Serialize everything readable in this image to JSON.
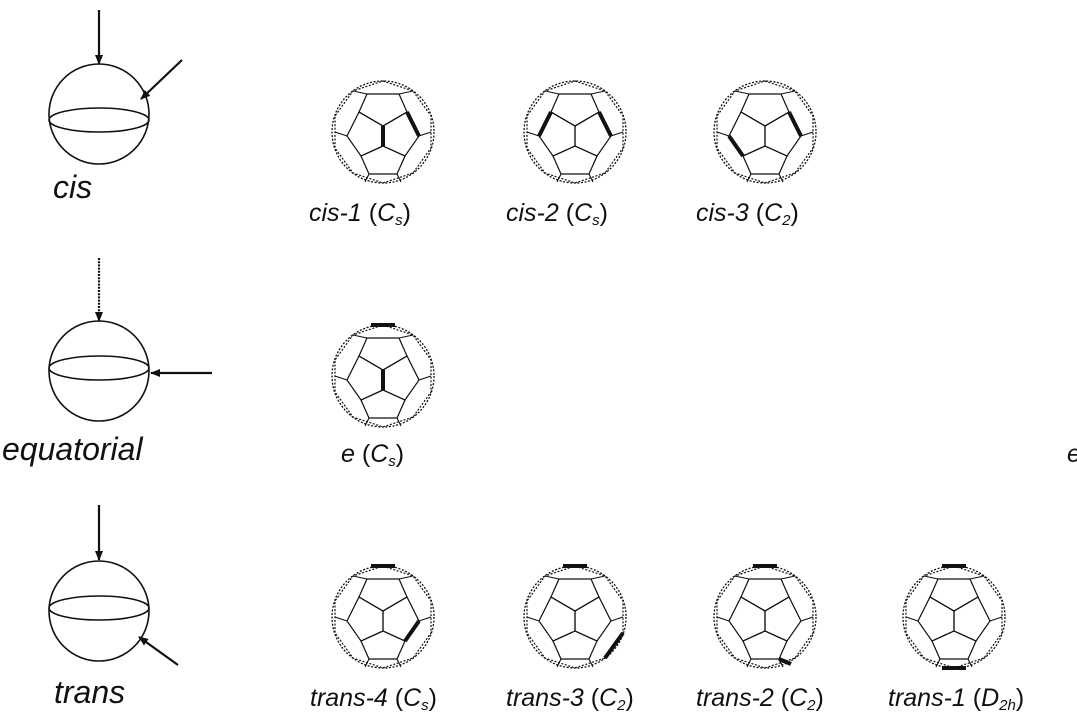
{
  "categories": [
    {
      "key": "cis",
      "label": "cis"
    },
    {
      "key": "equatorial",
      "label": "equatorial"
    },
    {
      "key": "trans",
      "label": "trans"
    }
  ],
  "isomers": {
    "cis": [
      {
        "name": "cis-1",
        "open": "(",
        "sym": "C",
        "symSub": "s",
        "close": ")"
      },
      {
        "name": "cis-2",
        "open": "(",
        "sym": "C",
        "symSub": "s",
        "close": ")"
      },
      {
        "name": "cis-3",
        "open": "(",
        "sym": "C",
        "symSub": "2",
        "close": ")"
      }
    ],
    "equatorial": [
      {
        "name": "e",
        "open": "(",
        "sym": "C",
        "symSub": "s",
        "close": ")"
      }
    ],
    "trans": [
      {
        "name": "trans-4",
        "open": "(",
        "sym": "C",
        "symSub": "s",
        "close": ")"
      },
      {
        "name": "trans-3",
        "open": "(",
        "sym": "C",
        "symSub": "2",
        "close": ")"
      },
      {
        "name": "trans-2",
        "open": "(",
        "sym": "C",
        "symSub": "2",
        "close": ")"
      },
      {
        "name": "trans-1",
        "open": "(",
        "sym": "D",
        "symSub": "2h",
        "close": ")"
      }
    ]
  },
  "edge_fragment": "e",
  "colors": {
    "line": "#111111",
    "background": "#ffffff"
  }
}
